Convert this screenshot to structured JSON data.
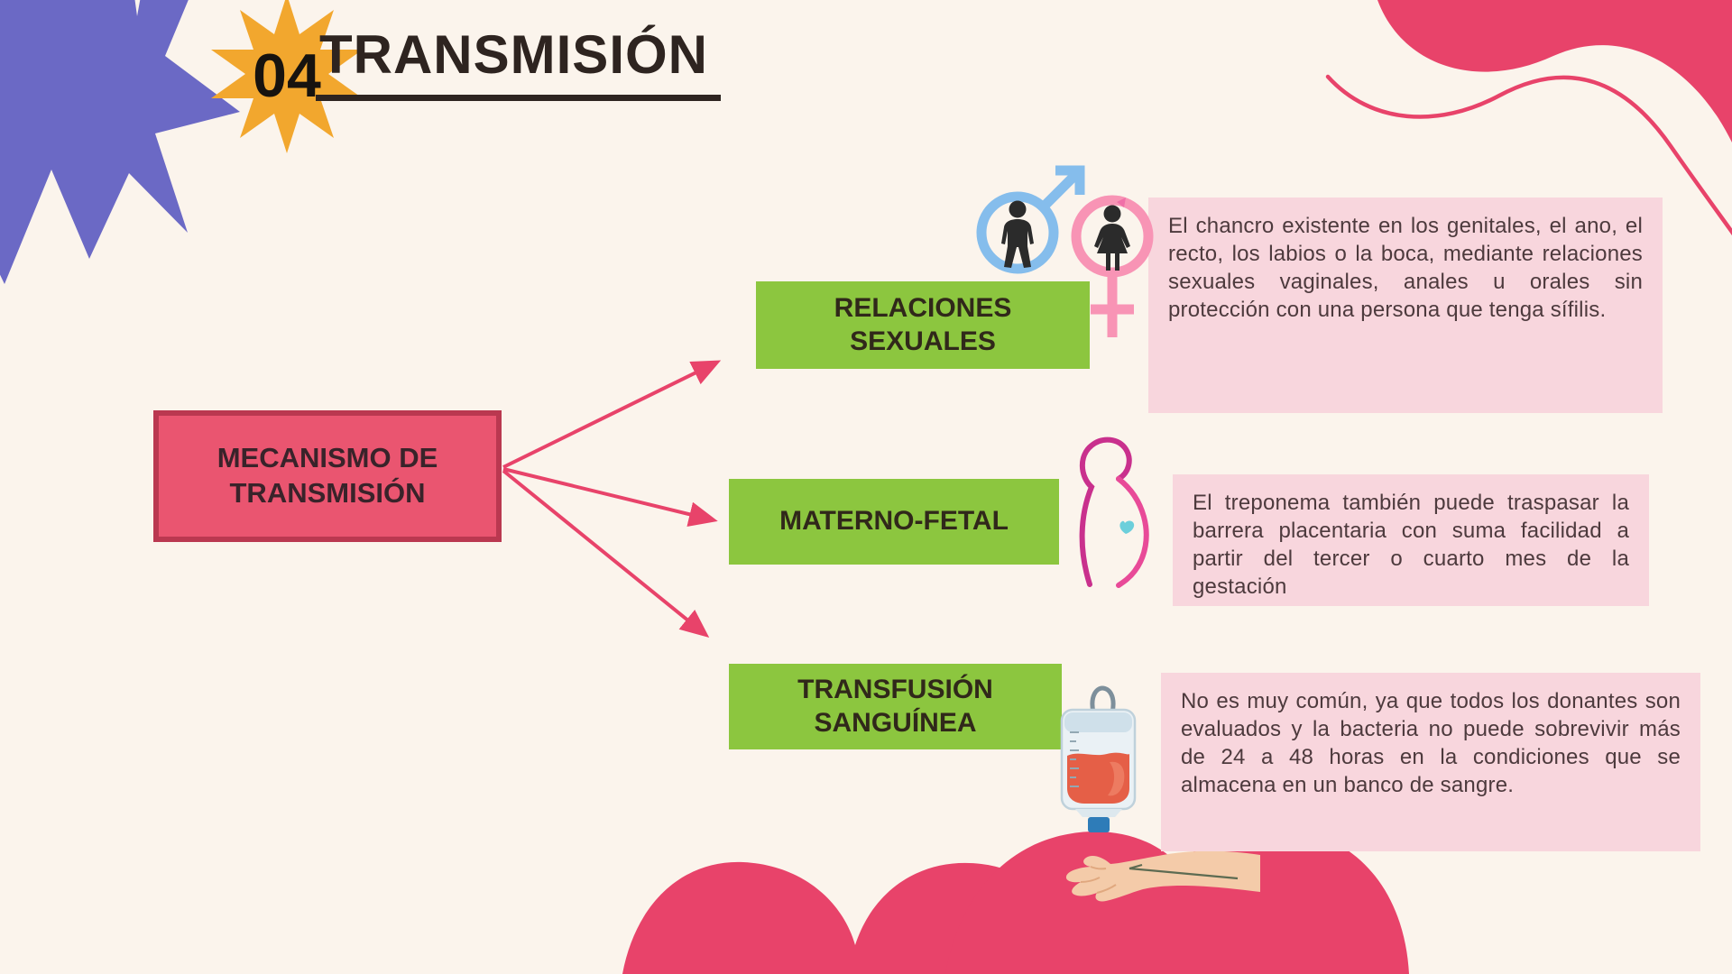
{
  "slide": {
    "number": "04",
    "title": "TRANSMISIÓN"
  },
  "diagram": {
    "root": {
      "label": "MECANISMO DE TRANSMISIÓN"
    },
    "branches": [
      {
        "label": "RELACIONES SEXUALES",
        "icon": "male-female-gender-symbols-icon",
        "description": "El chancro existente en los genitales, el ano, el recto, los labios o la boca, mediante relaciones sexuales vaginales, anales u orales sin protección con una persona que tenga sífilis."
      },
      {
        "label": "MATERNO-FETAL",
        "icon": "pregnant-woman-icon",
        "description": "El treponema también puede traspasar la barrera placentaria con suma facilidad a partir del tercer o cuarto mes de la gestación"
      },
      {
        "label": "TRANSFUSIÓN SANGUÍNEA",
        "icon": "blood-transfusion-bag-icon",
        "description": "No es muy común, ya que todos los donantes son evaluados y la bacteria no puede sobrevivir más de 24 a 48 horas en la condiciones que se almacena en un banco de sangre."
      }
    ]
  },
  "colors": {
    "background": "#fbf4ec",
    "accent_crimson": "#e8436a",
    "root_box_fill": "#ea5570",
    "root_box_border": "#ba3850",
    "branch_box_green": "#8cc63f",
    "description_box_pink": "#f8d6dd",
    "title_text": "#2e2420",
    "paragraph_text": "#4d3a3d",
    "purple_starburst": "#6b69c5",
    "orange_star": "#f2a72e",
    "male_symbol_blue": "#85bdec",
    "female_symbol_pink": "#f894b5"
  }
}
